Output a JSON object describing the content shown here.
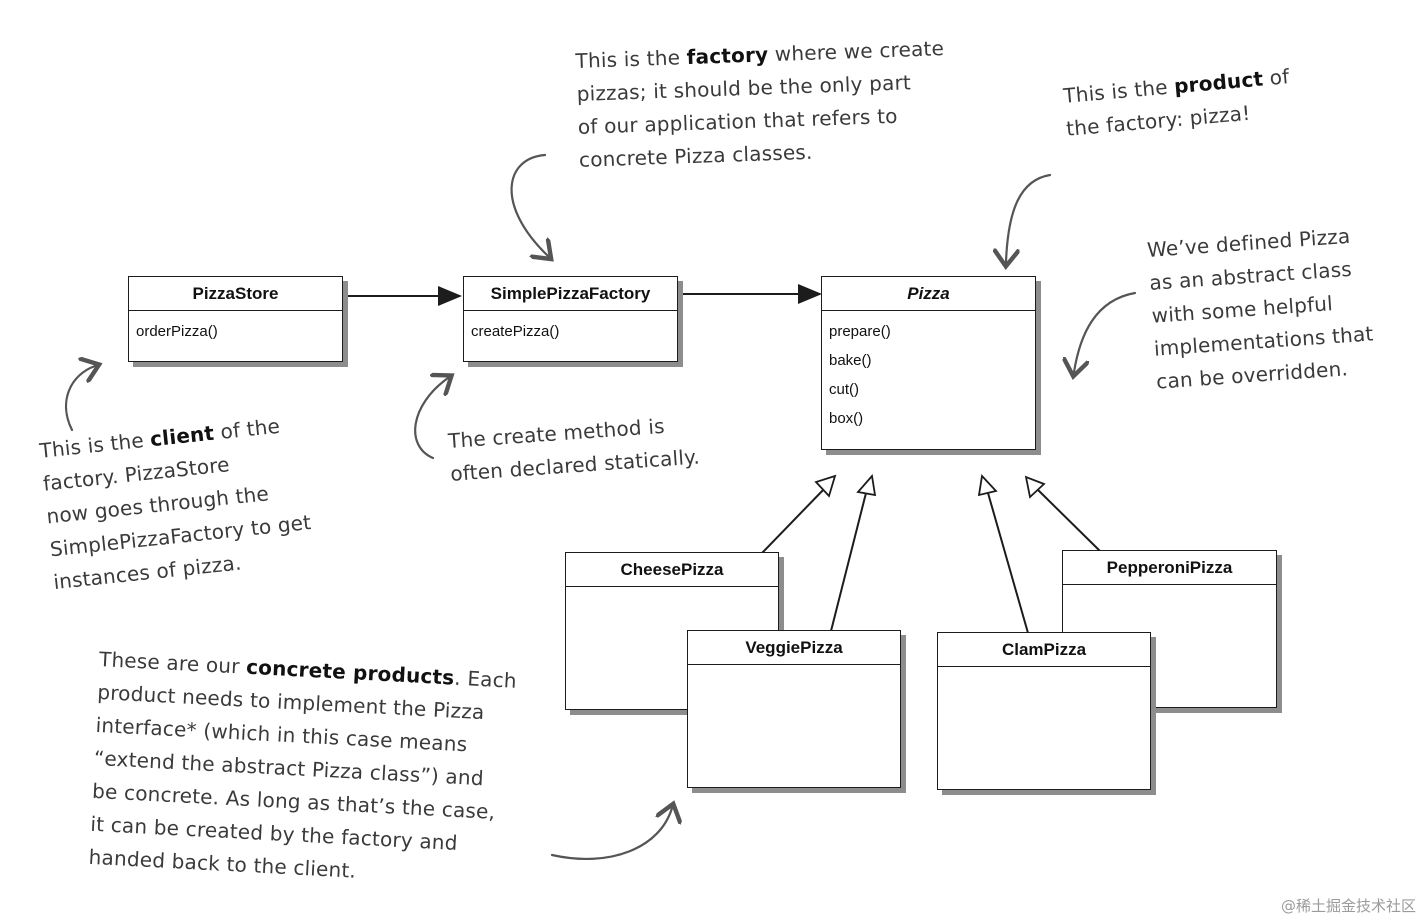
{
  "classes": {
    "pizza_store": {
      "name": "PizzaStore",
      "methods": [
        "orderPizza()"
      ]
    },
    "simple_factory": {
      "name": "SimplePizzaFactory",
      "methods": [
        "createPizza()"
      ]
    },
    "pizza": {
      "name": "Pizza",
      "methods": [
        "prepare()",
        "bake()",
        "cut()",
        "box()"
      ]
    },
    "cheese": {
      "name": "CheesePizza"
    },
    "veggie": {
      "name": "VeggiePizza"
    },
    "clam": {
      "name": "ClamPizza"
    },
    "pepperoni": {
      "name": "PepperoniPizza"
    }
  },
  "notes": {
    "factory": {
      "l1_pre": "This is the ",
      "l1_bold": "factory",
      "l1_post": " where we create",
      "l2": "pizzas; it should be the only part",
      "l3": "of our application that refers to",
      "l4": "concrete Pizza classes."
    },
    "product": {
      "l1_pre": "This is the ",
      "l1_bold": "product",
      "l1_post": " of",
      "l2": "the factory: pizza!"
    },
    "abstract": {
      "l1": "We’ve defined Pizza",
      "l2": "as an abstract class",
      "l3": "with some helpful",
      "l4": "implementations that",
      "l5": "can be overridden."
    },
    "client": {
      "l1_pre": "This is the ",
      "l1_bold": "client",
      "l1_post": " of the",
      "l2": "factory. PizzaStore",
      "l3": "now goes through the",
      "l4": "SimplePizzaFactory to get",
      "l5": "instances of pizza."
    },
    "static": {
      "l1": "The create method is",
      "l2": "often declared statically."
    },
    "concrete": {
      "l1_pre": "These are our ",
      "l1_bold": "concrete products",
      "l1_post": ". Each",
      "l2": "product needs to implement the Pizza",
      "l3": "interface* (which in this case means",
      "l4": "“extend the abstract Pizza class”) and",
      "l5": "be concrete. As long as that’s the case,",
      "l6": "it can be created by the factory and",
      "l7": "handed back to the client."
    }
  },
  "watermark": "@稀土掘金技术社区"
}
